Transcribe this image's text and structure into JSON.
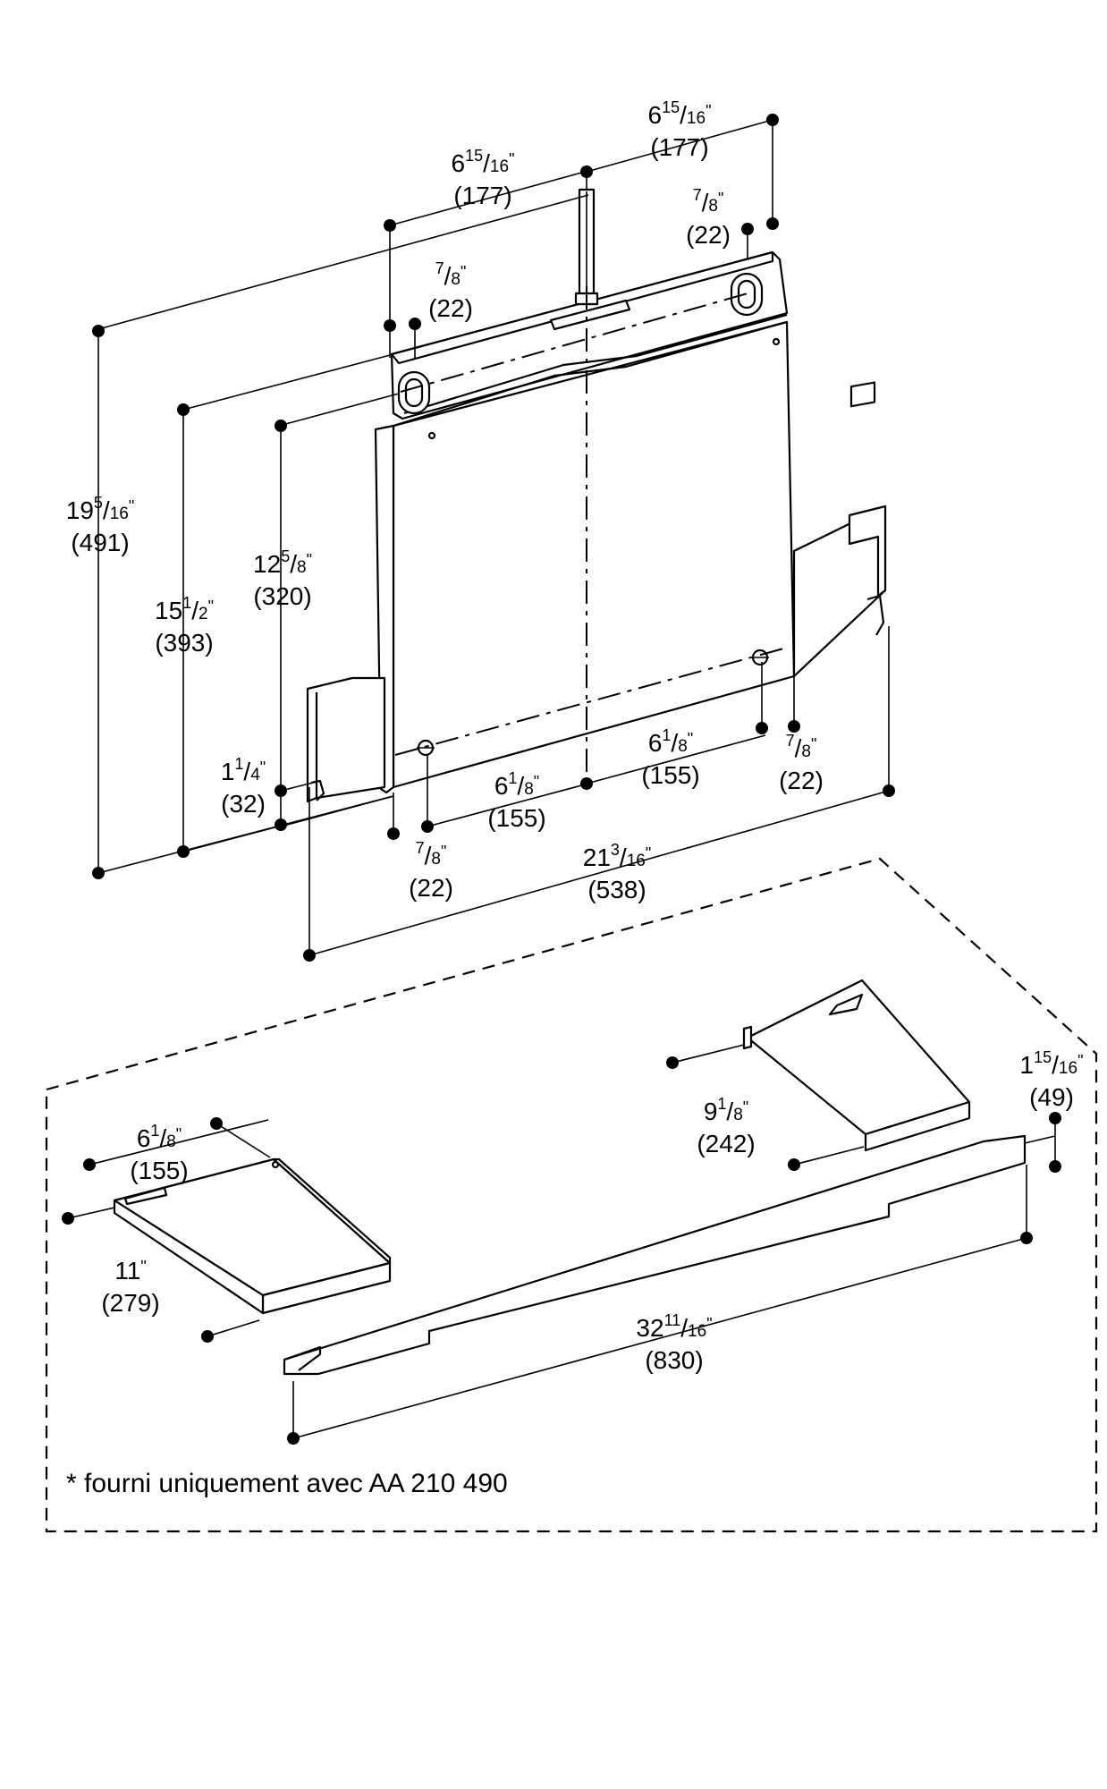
{
  "dimensions": {
    "top_right_width": {
      "whole": "6",
      "num": "15",
      "den": "16",
      "mm": "(177)"
    },
    "top_left_width": {
      "whole": "6",
      "num": "15",
      "den": "16",
      "mm": "(177)"
    },
    "top_right_offset": {
      "whole": "",
      "num": "7",
      "den": "8",
      "mm": "(22)"
    },
    "top_left_offset": {
      "whole": "",
      "num": "7",
      "den": "8",
      "mm": "(22)"
    },
    "total_height": {
      "whole": "19",
      "num": "5",
      "den": "16",
      "mm": "(491)"
    },
    "hole_height": {
      "whole": "15",
      "num": "1",
      "den": "2",
      "mm": "(393)"
    },
    "panel_height": {
      "whole": "12",
      "num": "5",
      "den": "8",
      "mm": "(320)"
    },
    "bottom_edge": {
      "whole": "1",
      "num": "1",
      "den": "4",
      "mm": "(32)"
    },
    "bottom_right_half": {
      "whole": "6",
      "num": "1",
      "den": "8",
      "mm": "(155)"
    },
    "bottom_left_half": {
      "whole": "6",
      "num": "1",
      "den": "8",
      "mm": "(155)"
    },
    "bottom_right_off": {
      "whole": "",
      "num": "7",
      "den": "8",
      "mm": "(22)"
    },
    "bottom_left_off": {
      "whole": "",
      "num": "7",
      "den": "8",
      "mm": "(22)"
    },
    "total_width": {
      "whole": "21",
      "num": "3",
      "den": "16",
      "mm": "(538)"
    },
    "bracket_l_width": {
      "whole": "6",
      "num": "1",
      "den": "8",
      "mm": "(155)"
    },
    "bracket_l_depth": {
      "whole": "11",
      "num": "",
      "den": "",
      "mm": "(279)"
    },
    "bracket_r_depth": {
      "whole": "9",
      "num": "1",
      "den": "8",
      "mm": "(242)"
    },
    "rail_height": {
      "whole": "1",
      "num": "15",
      "den": "16",
      "mm": "(49)"
    },
    "rail_length": {
      "whole": "32",
      "num": "11",
      "den": "16",
      "mm": "(830)"
    }
  },
  "note": "* fourni uniquement avec AA 210 490",
  "colors": {
    "line": "#000000",
    "background": "#ffffff"
  }
}
